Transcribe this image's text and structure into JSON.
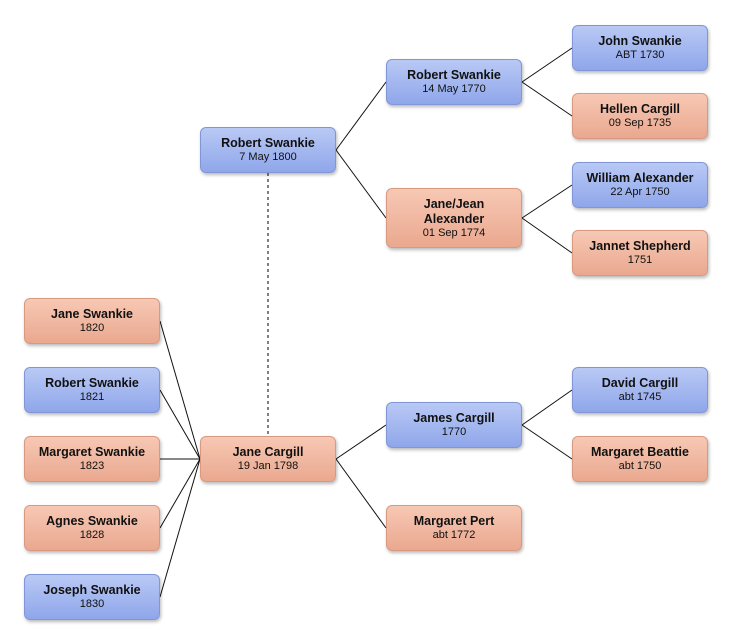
{
  "people": {
    "robert_1800": {
      "name": "Robert Swankie",
      "date": "7 May 1800",
      "sex": "male"
    },
    "robert_1770": {
      "name": "Robert Swankie",
      "date": "14 May 1770",
      "sex": "male"
    },
    "jane_alexander": {
      "name": "Jane/Jean Alexander",
      "date": "01 Sep 1774",
      "sex": "female"
    },
    "john_swankie": {
      "name": "John Swankie",
      "date": "ABT 1730",
      "sex": "male"
    },
    "hellen_cargill": {
      "name": "Hellen Cargill",
      "date": "09 Sep 1735",
      "sex": "female"
    },
    "william_alexander": {
      "name": "William Alexander",
      "date": "22 Apr 1750",
      "sex": "male"
    },
    "jannet_shepherd": {
      "name": "Jannet Shepherd",
      "date": "1751",
      "sex": "female"
    },
    "jane_cargill": {
      "name": "Jane Cargill",
      "date": "19 Jan 1798",
      "sex": "female"
    },
    "james_cargill": {
      "name": "James Cargill",
      "date": "1770",
      "sex": "male"
    },
    "margaret_pert": {
      "name": "Margaret Pert",
      "date": "abt 1772",
      "sex": "female"
    },
    "david_cargill": {
      "name": "David Cargill",
      "date": "abt 1745",
      "sex": "male"
    },
    "margaret_beattie": {
      "name": "Margaret Beattie",
      "date": "abt 1750",
      "sex": "female"
    },
    "jane_swankie": {
      "name": "Jane Swankie",
      "date": "1820",
      "sex": "female"
    },
    "robert_1821": {
      "name": "Robert Swankie",
      "date": "1821",
      "sex": "male"
    },
    "margaret_swankie": {
      "name": "Margaret Swankie",
      "date": "1823",
      "sex": "female"
    },
    "agnes_swankie": {
      "name": "Agnes Swankie",
      "date": "1828",
      "sex": "female"
    },
    "joseph_swankie": {
      "name": "Joseph Swankie",
      "date": "1830",
      "sex": "male"
    }
  },
  "colors": {
    "male": "#9db1ee",
    "female": "#f0b49c",
    "line": "#111111",
    "spouse_line": "#555555"
  }
}
